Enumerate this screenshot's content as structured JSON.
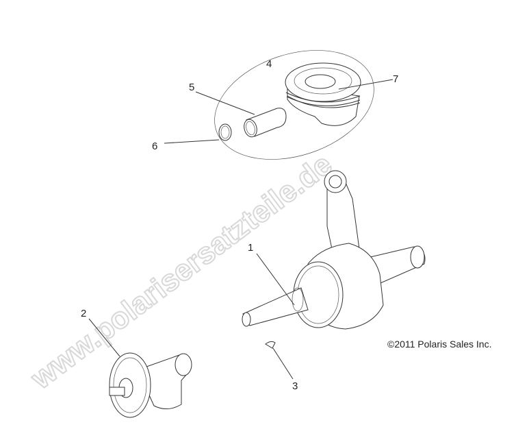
{
  "watermark": "www.polarisersatzteile.de",
  "copyright": "©2011 Polaris Sales Inc.",
  "callouts": [
    {
      "id": "1",
      "part": "crankshaft"
    },
    {
      "id": "2",
      "part": "balance-shaft"
    },
    {
      "id": "3",
      "part": "woodruff-key"
    },
    {
      "id": "4",
      "part": "piston-assembly"
    },
    {
      "id": "5",
      "part": "piston-pin"
    },
    {
      "id": "6",
      "part": "circlip"
    },
    {
      "id": "7",
      "part": "piston-ring-set"
    }
  ]
}
